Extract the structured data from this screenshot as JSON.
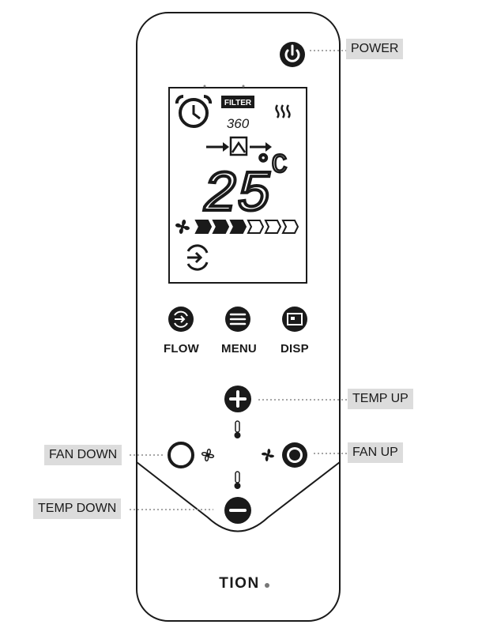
{
  "callouts": {
    "power": "POWER",
    "temp_up": "TEMP UP",
    "fan_down": "FAN DOWN",
    "fan_up": "FAN UP",
    "temp_down": "TEMP DOWN"
  },
  "buttons": {
    "flow_label": "FLOW",
    "menu_label": "MENU",
    "disp_label": "DISP"
  },
  "display": {
    "filter_label": "FILTER",
    "filter_days": "360",
    "temperature": "25",
    "temperature_unit": "°C",
    "fan_speed_level": 3,
    "fan_speed_max": 6
  },
  "brand": "TION",
  "icons": {
    "power": "power-icon",
    "alarm": "alarm-clock-icon",
    "heater": "heater-wave-icon",
    "fan": "fan-icon",
    "flow": "flow-icon",
    "menu": "menu-icon",
    "disp": "display-icon",
    "thermometer": "thermometer-icon",
    "plus": "plus-icon",
    "minus": "minus-icon"
  },
  "colors": {
    "body": "#1a1a1a",
    "callout_bg": "#dcdcdc",
    "filter_badge": "#1a1a1a"
  }
}
